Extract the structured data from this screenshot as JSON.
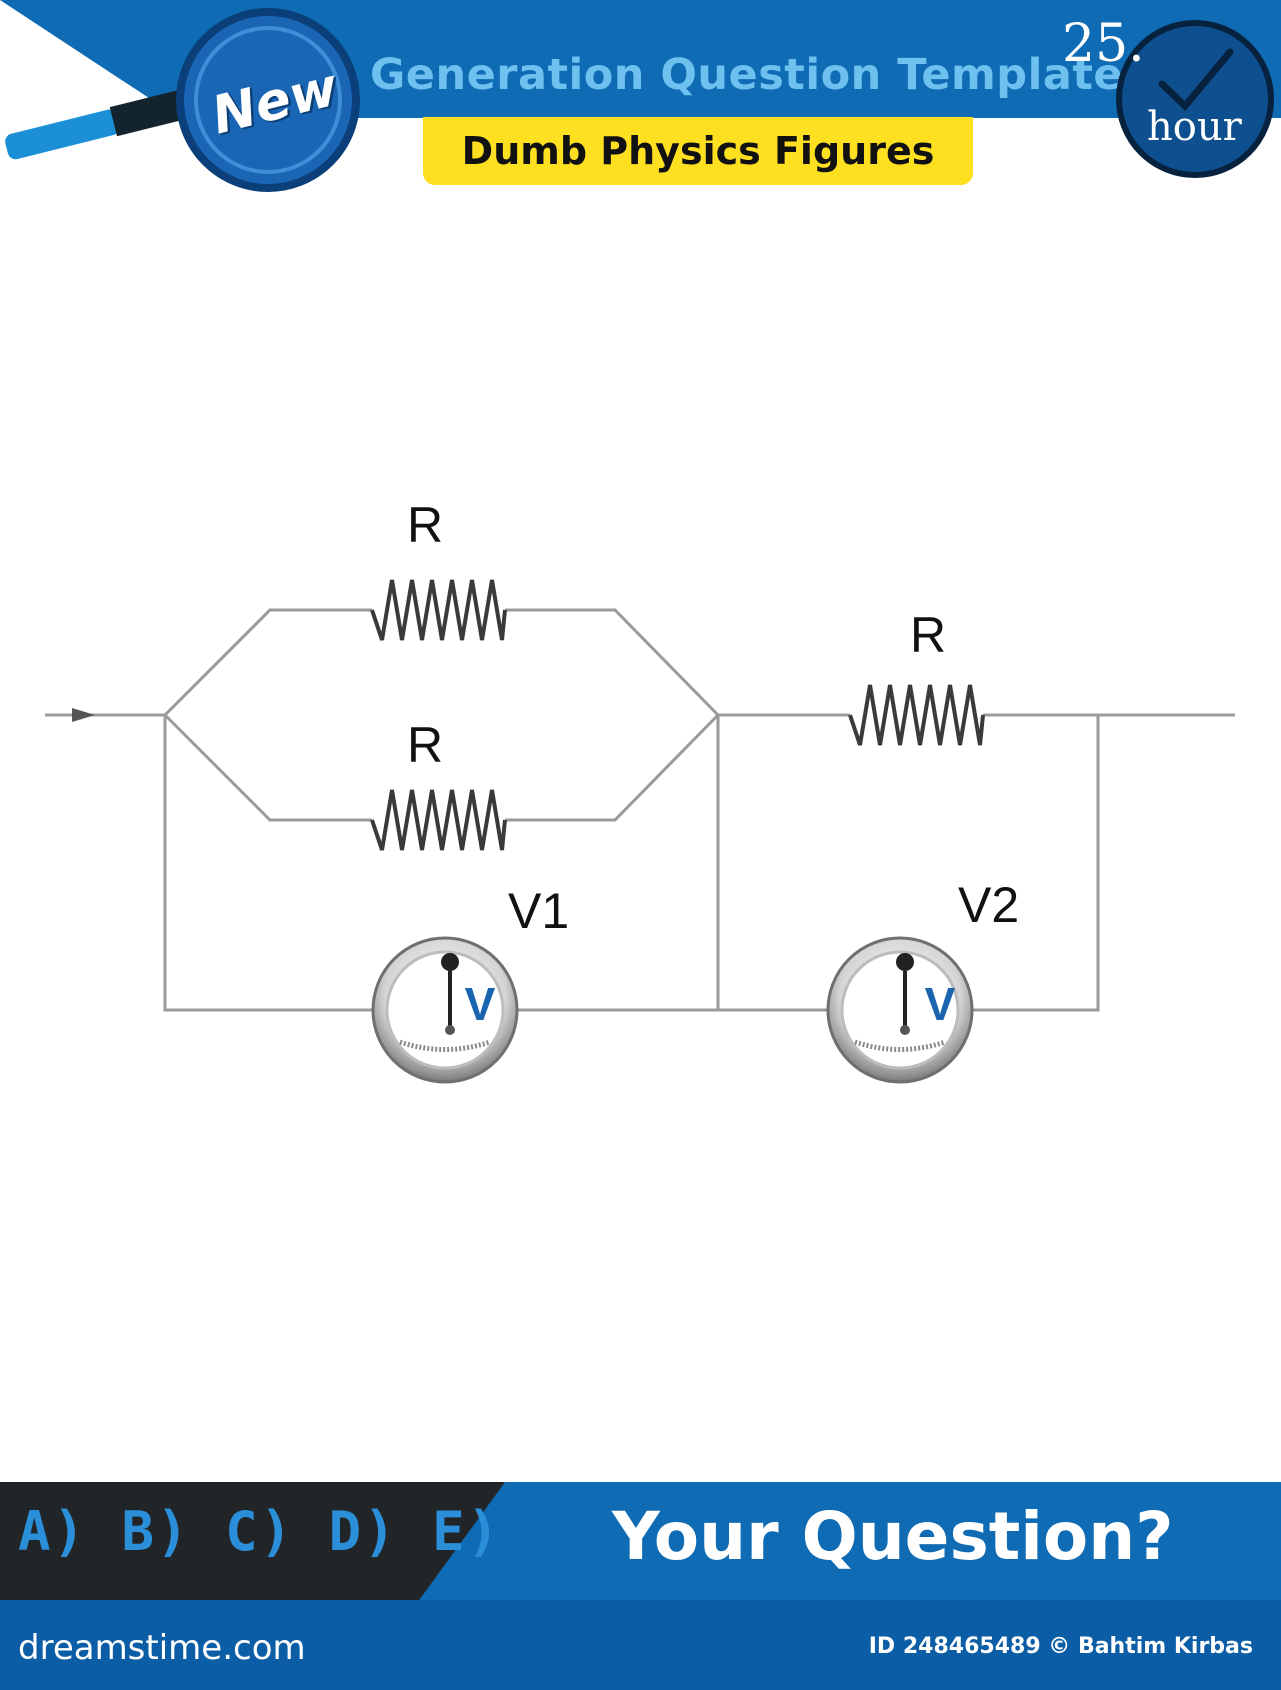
{
  "header": {
    "title": "Generation Question Template",
    "subtitle": "Dumb Physics Figures",
    "badge": "New",
    "clock_number": "25.",
    "clock_unit": "hour"
  },
  "circuit": {
    "components": [
      {
        "id": "r-top",
        "type": "resistor",
        "label": "R"
      },
      {
        "id": "r-bottom",
        "type": "resistor",
        "label": "R"
      },
      {
        "id": "r-right",
        "type": "resistor",
        "label": "R"
      },
      {
        "id": "v1",
        "type": "voltmeter",
        "label": "V1",
        "symbol": "V"
      },
      {
        "id": "v2",
        "type": "voltmeter",
        "label": "V2",
        "symbol": "V"
      }
    ]
  },
  "footer": {
    "options": "A) B) C) D) E)",
    "prompt": "Your Question?",
    "site": "dreamstime.com",
    "image_id": "ID 248465489 © Bahtim Kirbas"
  },
  "colors": {
    "header_blue": "#0f6bb3",
    "banner_yellow": "#ffe021",
    "footer_dark": "#222528",
    "wire_gray": "#9a9a9a",
    "voltmeter_blue": "#1a64b0"
  }
}
